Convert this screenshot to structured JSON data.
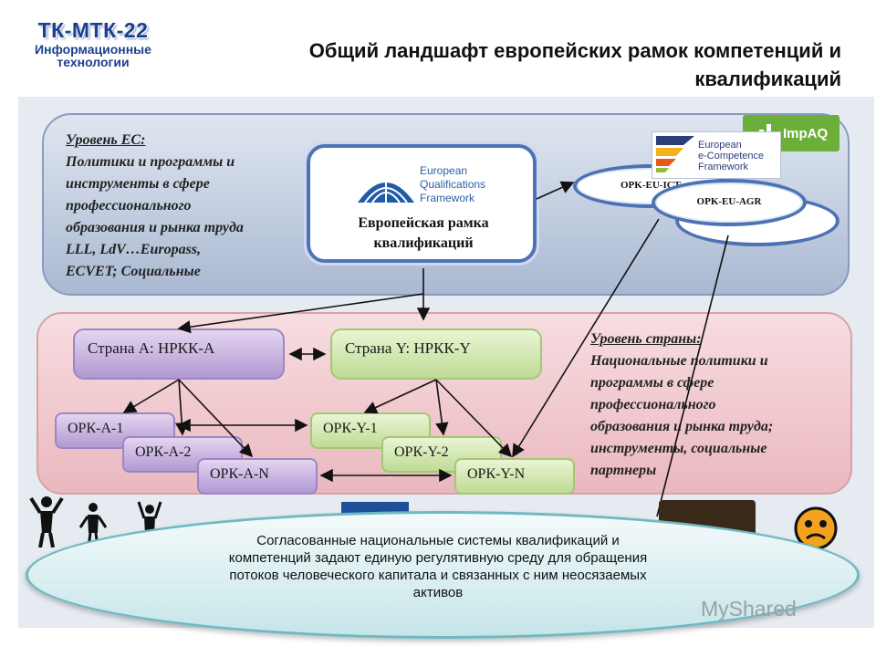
{
  "logo": {
    "line1": "ТК-МТК-22",
    "line2": "Информационные",
    "line3": "технологии"
  },
  "title": {
    "line1": "Общий ландшафт европейских рамок компетенций и",
    "line2": "квалификаций"
  },
  "eu_level": {
    "heading": "Уровень ЕС:",
    "lines": [
      "Политики и программы и",
      "инструменты в сфере",
      "профессионального",
      "образования и рынка труда",
      "LLL, LdV…Europass,",
      "ECVET; Социальные"
    ]
  },
  "eqf": {
    "en_lines": [
      "European",
      "Qualifications",
      "Framework"
    ],
    "ru_lines": [
      "Европейская рамка",
      "квалификаций"
    ]
  },
  "ecf": {
    "lines": [
      "European",
      "e-Competence",
      "Framework"
    ]
  },
  "impaq": {
    "label": "ImpAQ"
  },
  "orbs": {
    "ict": "OPK-EU-ICT",
    "agr": "OPK-EU-AGR"
  },
  "country_level": {
    "heading": "Уровень страны:",
    "lines": [
      "Национальные политики и",
      "программы в сфере",
      "профессионального",
      "образования и рынка труда;",
      "инструменты, социальные",
      "партнеры"
    ]
  },
  "boxes": {
    "nrkk_a": "Страна А: НРКК-А",
    "nrkk_y": "Страна Y: НРКК-Y",
    "opk_a1": "ОРК-А-1",
    "opk_a2": "ОРК-А-2",
    "opk_an": "ОРК-А-N",
    "opk_y1": "ОРК-Y-1",
    "opk_y2": "ОРК-Y-2",
    "opk_yn": "ОРК-Y-N"
  },
  "bottom": {
    "lines": [
      "Согласованные национальные системы квалификаций и",
      "компетенций задают единую регулятивную среду для обращения",
      "потоков человеческого капитала и связанных с ним неосязаемых",
      "активов"
    ]
  },
  "watermark": "MyShared",
  "colors": {
    "eu_border": "#4e73b6",
    "purple": "#b199d2",
    "green": "#bfdb94",
    "arrow": "#111111"
  }
}
